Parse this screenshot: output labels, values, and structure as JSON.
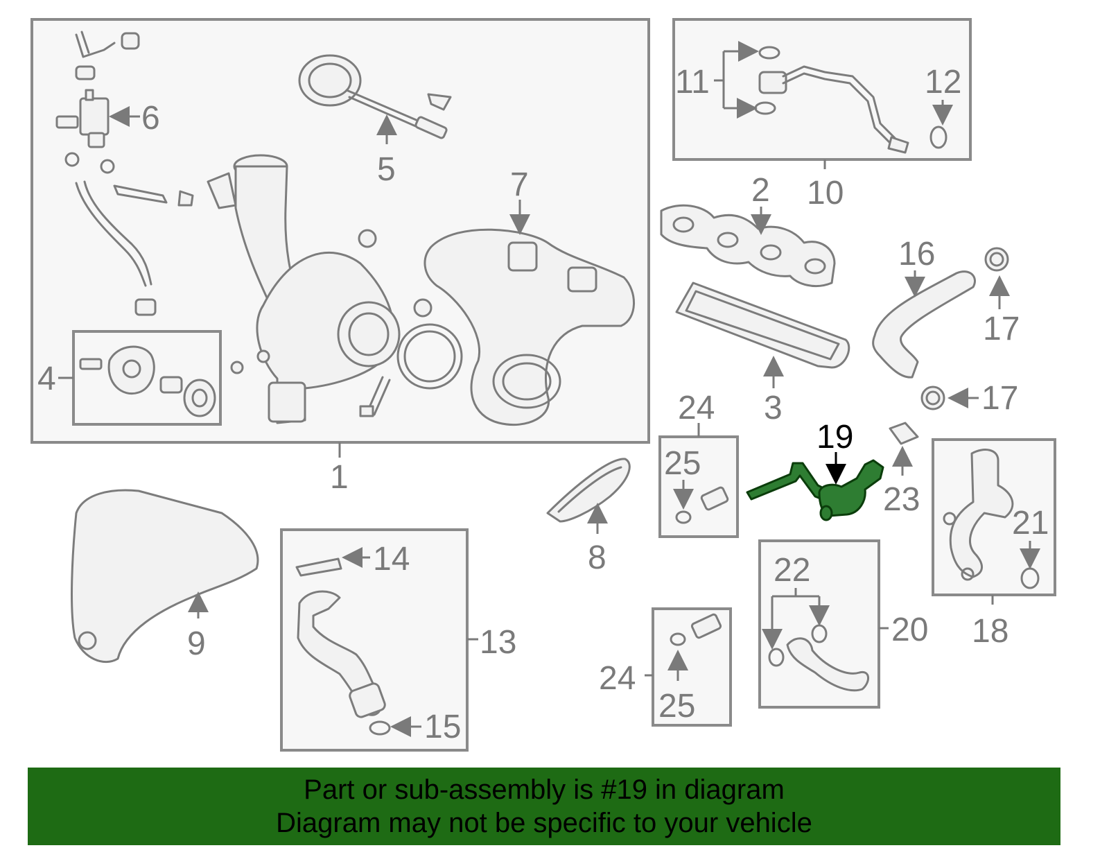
{
  "diagram": {
    "highlighted_callout": "19",
    "callouts": {
      "c1": "1",
      "c2": "2",
      "c3": "3",
      "c4": "4",
      "c5": "5",
      "c6": "6",
      "c7": "7",
      "c8": "8",
      "c9": "9",
      "c10": "10",
      "c11": "11",
      "c12": "12",
      "c13": "13",
      "c14": "14",
      "c15": "15",
      "c16": "16",
      "c17a": "17",
      "c17b": "17",
      "c18": "18",
      "c19": "19",
      "c20": "20",
      "c21": "21",
      "c22": "22",
      "c23": "23",
      "c24a": "24",
      "c24b": "24",
      "c25a": "25",
      "c25b": "25"
    },
    "colors": {
      "highlight": "#2e7d32",
      "banner": "#1e6b14",
      "line": "#7c7c7c"
    }
  },
  "banner": {
    "line1": "Part or sub-assembly is #19 in diagram",
    "line2": "Diagram may not be specific to your vehicle"
  }
}
